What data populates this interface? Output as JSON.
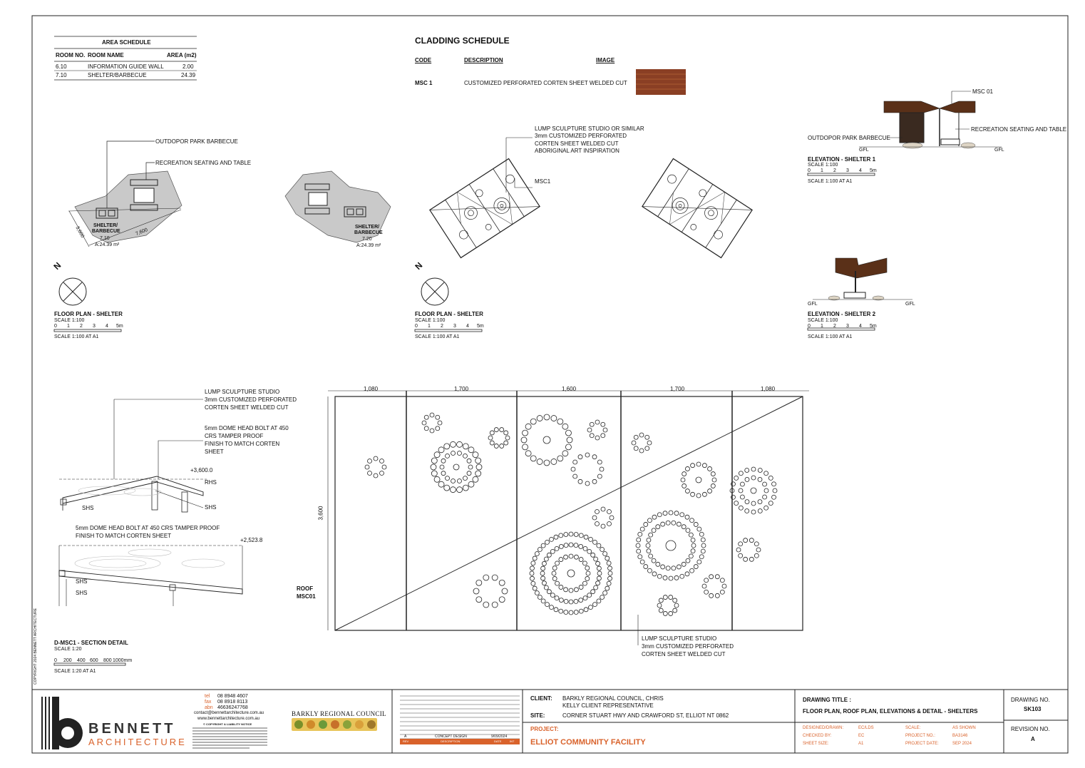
{
  "area_schedule": {
    "title": "AREA SCHEDULE",
    "headers": [
      "ROOM NO.",
      "ROOM NAME",
      "AREA (m2)"
    ],
    "rows": [
      {
        "no": "6.10",
        "name": "INFORMATION GUIDE WALL",
        "area": "2.00"
      },
      {
        "no": "7.10",
        "name": "SHELTER/BARBECUE",
        "area": "24.39"
      }
    ]
  },
  "cladding_schedule": {
    "title": "CLADDING SCHEDULE",
    "headers": [
      "CODE",
      "DESCRIPTION",
      "IMAGE"
    ],
    "rows": [
      {
        "code": "MSC 1",
        "description": "CUSTOMIZED PERFORATED CORTEN SHEET WELDED CUT"
      }
    ],
    "swatch_color": "#8a3f24"
  },
  "floor_plan_1": {
    "label_barbecue": "OUTDOPOR PARK BARBECUE",
    "label_seating": "RECREATION SEATING AND TABLE",
    "room_label_1": "SHELTER/",
    "room_label_2": "BARBECUE",
    "room_no_a": "7.10",
    "room_no_b": "7.20",
    "room_area": "A:24.39 m²",
    "dim_long": "7,600",
    "dim_short": "3,600",
    "north": "N",
    "title": "FLOOR PLAN - SHELTER",
    "scale": "SCALE 1:100",
    "scale_at": "SCALE 1:100 AT A1"
  },
  "floor_plan_2": {
    "annot_1": "LUMP SCULPTURE STUDIO OR SIMILAR",
    "annot_2": "3mm CUSTOMIZED PERFORATED",
    "annot_3": "CORTEN SHEET WELDED CUT",
    "annot_4": "ABORIGINAL ART INSPIRATION",
    "msc_label": "MSC1",
    "north": "N",
    "title": "FLOOR PLAN - SHELTER",
    "scale": "SCALE 1:100",
    "scale_at": "SCALE 1:100 AT A1"
  },
  "scale_bar_labels": [
    "0",
    "1",
    "2",
    "3",
    "4",
    "5m"
  ],
  "elevation_1": {
    "msc": "MSC 01",
    "barbecue": "OUTDOPOR PARK BARBECUE",
    "seating": "RECREATION SEATING AND TABLE",
    "gfl": "GFL",
    "title": "ELEVATION - SHELTER 1",
    "scale": "SCALE 1:100",
    "scale_at": "SCALE 1:100 AT A1"
  },
  "elevation_2": {
    "gfl": "GFL",
    "title": "ELEVATION - SHELTER 2",
    "scale": "SCALE 1:100",
    "scale_at": "SCALE 1:100 AT A1"
  },
  "section": {
    "annot_1": "LUMP SCULPTURE STUDIO",
    "annot_2": "3mm CUSTOMIZED PERFORATED",
    "annot_3": "CORTEN SHEET WELDED CUT",
    "bolt_1": "5mm DOME HEAD BOLT AT 450",
    "bolt_2": "CRS TAMPER PROOF",
    "bolt_3": "FINISH TO MATCH CORTEN",
    "bolt_4": "SHEET",
    "level_1": "+3,600.0",
    "rhs": "RHS",
    "shs": "SHS",
    "bolt_b1": "5mm DOME HEAD BOLT AT 450 CRS TAMPER PROOF",
    "bolt_b2": "FINISH TO MATCH CORTEN SHEET",
    "level_2": "+2,523.8",
    "title": "D-MSC1 - SECTION DETAIL",
    "scale": "SCALE 1:20",
    "scale_labels": [
      "0",
      "200",
      "400",
      "600",
      "800",
      "1000mm"
    ],
    "scale_at": "SCALE 1:20 AT A1"
  },
  "roof_panel": {
    "dims": [
      "1,080",
      "1,700",
      "1,600",
      "1,700",
      "1,080"
    ],
    "height": "3,600",
    "roof_label_1": "ROOF",
    "roof_label_2": "MSC01",
    "annot_1": "LUMP SCULPTURE STUDIO",
    "annot_2": "3mm CUSTOMIZED PERFORATED",
    "annot_3": "CORTEN SHEET WELDED CUT"
  },
  "side_note": "COPYRIGHT 2024 BENNETT ARCHITECTURE",
  "title_block": {
    "firm_line_1": "BENNETT",
    "firm_line_2": "ARCHITECTURE",
    "tel_label": "tel",
    "tel": "08 8948 4607",
    "fax_label": "fax",
    "fax": "08 8918 8113",
    "abn_label": "abn",
    "abn": "46636247768",
    "email": "contact@bennettarchitecture.com.au",
    "web": "www.bennettarchitecture.com.au",
    "copyright_heading": "© COPYRIGHT & LIABILITY NOTICE",
    "council_name": "BARKLY REGIONAL COUNCIL",
    "revision_row": {
      "rev": "A",
      "desc": "CONCEPT DESIGN",
      "date": "9/09/2024"
    },
    "revision_headers": [
      "REV",
      "DESCRIPTION",
      "DATE",
      "INT"
    ],
    "client_label": "CLIENT:",
    "client_1": "BARKLY REGIONAL COUNCIL, CHRIS",
    "client_2": "KELLY CLIENT REPRESENTATIVE",
    "site_label": "SITE:",
    "site": "CORNER STUART HWY AND CRAWFORD ST, ELLIOT NT 0862",
    "project_label": "PROJECT:",
    "project": "ELLIOT COMMUNITY FACILITY",
    "drawing_title_label": "DRAWING TITLE :",
    "drawing_title": "FLOOR PLAN, ROOF PLAN, ELEVATIONS & DETAIL - SHELTERS",
    "designed_label": "DESIGNED/DRAWN:",
    "designed": "EC/LDS",
    "checked_label": "CHECKED BY:",
    "checked": "EC",
    "sheet_label": "SHEET SIZE:",
    "sheet": "A1",
    "scale_label": "SCALE:",
    "scale": "AS SHOWN",
    "projno_label": "PROJECT NO.:",
    "projno": "BA3146",
    "projdate_label": "PROJECT DATE:",
    "projdate": "SEP 2024",
    "drawing_no_label": "DRAWING NO.",
    "drawing_no": "SK103",
    "revision_label": "REVISION NO.",
    "revision": "A"
  },
  "colors": {
    "accent_orange": "#d9622b",
    "plan_grey": "#c9c9c9",
    "corten": "#8a3f24"
  }
}
